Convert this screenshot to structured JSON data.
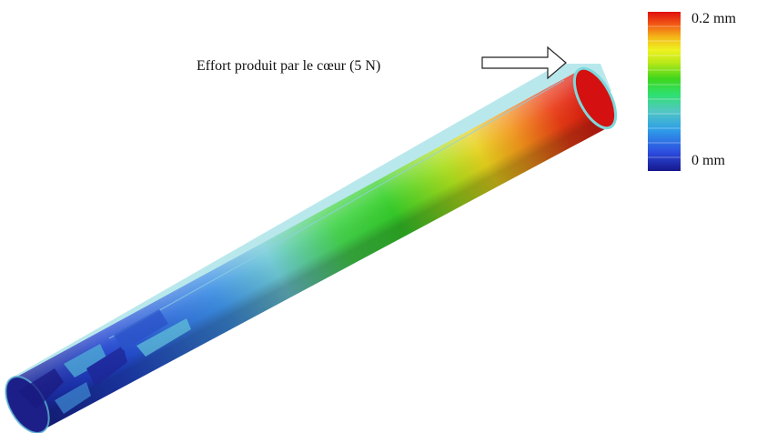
{
  "annotation": {
    "effort_label": "Effort produit par le cœur (5 N)"
  },
  "legend": {
    "max_label": "0.2 mm",
    "min_label": "0 mm",
    "colors": [
      "#16178c",
      "#2d4ee0",
      "#2f9ee8",
      "#52c8c0",
      "#2ee070",
      "#3fd61c",
      "#b9e818",
      "#eef220",
      "#f4b818",
      "#f25a14",
      "#e01010"
    ]
  },
  "tube": {
    "gradient_colors": [
      "#17208f",
      "#2145d0",
      "#3d8fe4",
      "#6ec9d6",
      "#44d44c",
      "#36d02a",
      "#a8de1c",
      "#e8d21c",
      "#f2941a",
      "#ea3a14",
      "#d81010"
    ],
    "rim_color": "#7ed8dc"
  }
}
